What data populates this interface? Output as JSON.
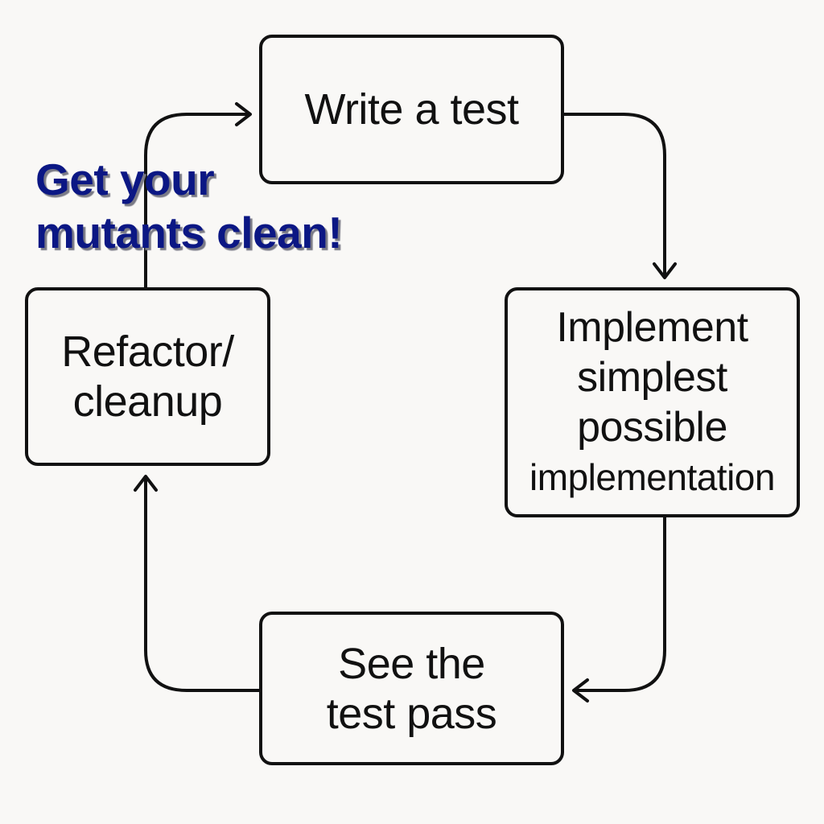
{
  "steps": {
    "write_test": {
      "lines": [
        "Write a test"
      ]
    },
    "implement": {
      "lines": [
        "Implement",
        "simplest",
        "possible",
        "implementation"
      ]
    },
    "see_pass": {
      "lines": [
        "See the",
        "test pass"
      ]
    },
    "refactor": {
      "lines": [
        "Refactor/",
        "cleanup"
      ]
    }
  },
  "slogan": {
    "lines": [
      "Get your",
      "mutants clean!"
    ]
  },
  "colors": {
    "background": "#f9f8f6",
    "stroke": "#111111",
    "slogan": "#0b1784",
    "slogan_shadow": "#7a7a86"
  },
  "connections": [
    {
      "from": "write_test",
      "to": "implement"
    },
    {
      "from": "implement",
      "to": "see_pass"
    },
    {
      "from": "see_pass",
      "to": "refactor"
    },
    {
      "from": "refactor",
      "to": "write_test"
    }
  ]
}
